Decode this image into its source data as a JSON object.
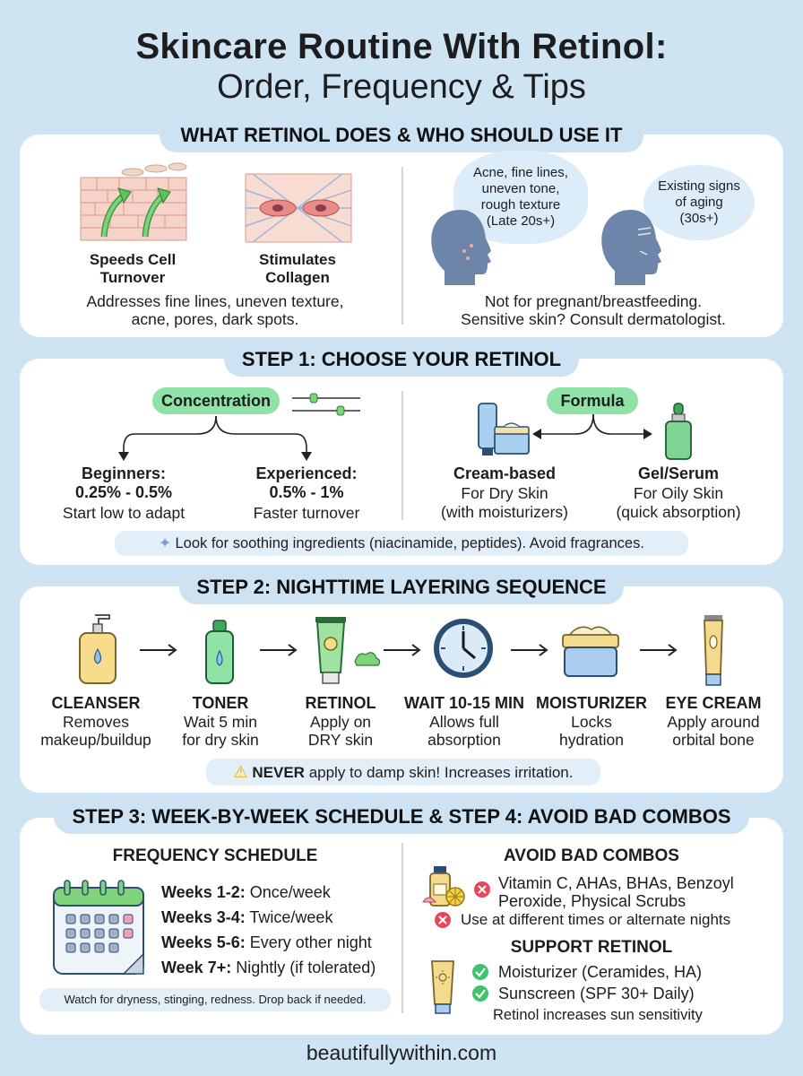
{
  "title": {
    "line1": "Skincare Routine With Retinol:",
    "line2": "Order, Frequency & Tips"
  },
  "section1": {
    "heading": "WHAT RETINOL DOES & WHO SHOULD USE IT",
    "benefit1": [
      "Speeds Cell",
      "Turnover"
    ],
    "benefit2": [
      "Stimulates",
      "Collagen"
    ],
    "addresses": [
      "Addresses fine lines, uneven texture,",
      "acne, pores, dark spots."
    ],
    "bubble1": [
      "Acne, fine lines,",
      "uneven tone,",
      "rough texture",
      "(Late 20s+)"
    ],
    "bubble2": [
      "Existing signs",
      "of aging",
      "(30s+)"
    ],
    "warning": [
      "Not for pregnant/breastfeeding.",
      "Sensitive skin? Consult dermatologist."
    ]
  },
  "section2": {
    "heading": "STEP 1: CHOOSE YOUR RETINOL",
    "concentration_label": "Concentration",
    "beginners": {
      "title": "Beginners:",
      "range": "0.25% - 0.5%",
      "desc": "Start low to adapt"
    },
    "experienced": {
      "title": "Experienced:",
      "range": "0.5% - 1%",
      "desc": "Faster turnover"
    },
    "formula_label": "Formula",
    "cream": {
      "title": "Cream-based",
      "line1": "For Dry Skin",
      "line2": "(with moisturizers)"
    },
    "gel": {
      "title": "Gel/Serum",
      "line1": "For Oily Skin",
      "line2": "(quick absorption)"
    },
    "tip": "Look for soothing ingredients (niacinamide, peptides). Avoid fragrances."
  },
  "section3": {
    "heading": "STEP 2: NIGHTTIME LAYERING SEQUENCE",
    "steps": [
      {
        "title": "CLEANSER",
        "line1": "Removes",
        "line2": "makeup/buildup"
      },
      {
        "title": "TONER",
        "line1": "Wait 5 min",
        "line2": "for dry skin"
      },
      {
        "title": "RETINOL",
        "line1": "Apply on",
        "line2": "DRY skin"
      },
      {
        "title": "WAIT 10-15 MIN",
        "line1": "Allows full",
        "line2": "absorption"
      },
      {
        "title": "MOISTURIZER",
        "line1": "Locks",
        "line2": "hydration"
      },
      {
        "title": "EYE CREAM",
        "line1": "Apply around",
        "line2": "orbital bone"
      }
    ],
    "warning_bold": "NEVER",
    "warning_rest": "apply to damp skin! Increases irritation."
  },
  "section4": {
    "heading": "STEP 3: WEEK-BY-WEEK SCHEDULE & STEP 4: AVOID BAD COMBOS",
    "freq_title": "FREQUENCY SCHEDULE",
    "schedule": [
      {
        "weeks": "Weeks 1-2:",
        "freq": "Once/week"
      },
      {
        "weeks": "Weeks 3-4:",
        "freq": "Twice/week"
      },
      {
        "weeks": "Weeks 5-6:",
        "freq": "Every other night"
      },
      {
        "weeks": "Week 7+:",
        "freq": "Nightly (if tolerated)"
      }
    ],
    "schedule_note": "Watch for dryness, stinging, redness. Drop back if needed.",
    "avoid_title": "AVOID BAD COMBOS",
    "avoid_line1": "Vitamin C, AHAs, BHAs, Benzoyl",
    "avoid_line2": "Peroxide, Physical Scrubs",
    "avoid_line3": "Use at different times or alternate nights",
    "support_title": "SUPPORT RETINOL",
    "support1": "Moisturizer (Ceramides, HA)",
    "support2": "Sunscreen (SPF 30+ Daily)",
    "support_note": "Retinol increases sun sensitivity"
  },
  "footer": "beautifullywithin.com",
  "colors": {
    "background": "#cfe4f3",
    "card": "#ffffff",
    "pill": "#cde3f4",
    "green": "#8fe3a6",
    "accent_red": "#e8475a",
    "accent_green": "#3ec46d"
  }
}
